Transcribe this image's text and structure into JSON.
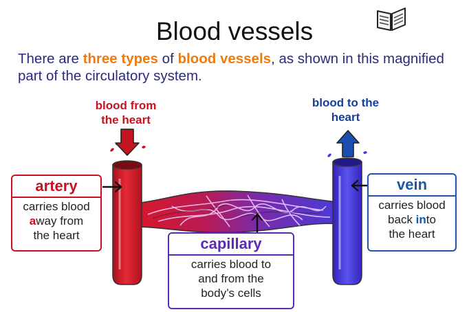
{
  "title": "Blood vessels",
  "intro": {
    "p1": "There are ",
    "p2": "three types",
    "p3": " of ",
    "p4": "blood vessels",
    "p5": ", as shown in this magnified part of the circulatory system."
  },
  "labels": {
    "from_line1": "blood from",
    "from_line2": "the heart",
    "to_line1": "blood to the",
    "to_line2": "heart"
  },
  "artery": {
    "title": "artery",
    "line1": "carries blood",
    "line2_em": "a",
    "line2_rest": "way from",
    "line3": "the heart"
  },
  "vein": {
    "title": "vein",
    "line1": "carries blood",
    "line2_pre": "back ",
    "line2_em": "in",
    "line2_post": "to",
    "line3": "the heart"
  },
  "capillary": {
    "title": "capillary",
    "line1": "carries blood to",
    "line2": "and from the",
    "line3": "body’s cells"
  },
  "colors": {
    "artery": "#cc1020",
    "vein": "#4338d8",
    "capillary": "#5b2bb8",
    "highlight": "#f07a10",
    "intro_text": "#2a2a80"
  },
  "icons": {
    "book": "open-book-icon",
    "down_arrow": "arrow-down-icon",
    "up_arrow": "arrow-up-icon"
  }
}
